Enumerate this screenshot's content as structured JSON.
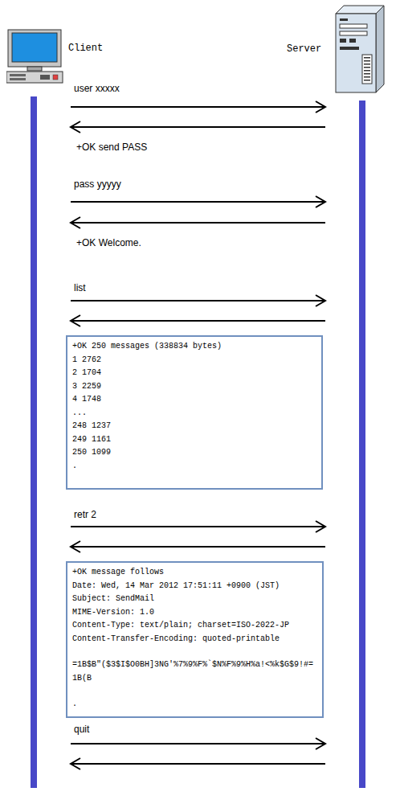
{
  "diagram": {
    "nodes": [
      {
        "text": [
          "Client"
        ]
      },
      {
        "text": [
          "Server"
        ]
      },
      {
        "text": [
          "+OK 250 messages (338834 bytes)",
          "1 2762",
          "2 1704",
          "3 2259",
          "4 1748",
          "...",
          "248 1237",
          "249 1161",
          "250 1099",
          "."
        ]
      },
      {
        "text": [
          "+OK message follows",
          "Date: Wed, 14 Mar 2012 17:51:11 +0900 (JST)",
          "Subject: SendMail",
          "MIME-Version: 1.0",
          "Content-Type: text/plain; charset=ISO-2022-JP",
          "Content-Transfer-Encoding: quoted-printable",
          "=1B$B\"($3$I$O0BH]3NG'%7%9%F%`$N%F%9%H%a!<%k$G$9!#=",
          "1B(B",
          "."
        ]
      }
    ],
    "edges": [
      {
        "from": 0,
        "to": 1,
        "arrow": "to",
        "label": "user xxxxx"
      },
      {
        "from": 1,
        "to": 0,
        "arrow": "to",
        "label": "+OK send PASS"
      },
      {
        "from": 0,
        "to": 1,
        "arrow": "to",
        "label": "pass yyyyy"
      },
      {
        "from": 1,
        "to": 0,
        "arrow": "to",
        "label": "+OK Welcome."
      },
      {
        "from": 0,
        "to": 1,
        "arrow": "to",
        "label": "list"
      },
      {
        "from": 1,
        "to": 0,
        "arrow": "to"
      },
      {
        "from": 0,
        "to": 1,
        "arrow": "to",
        "label": "retr 2"
      },
      {
        "from": 1,
        "to": 0,
        "arrow": "to"
      },
      {
        "from": 0,
        "to": 1,
        "arrow": "to",
        "label": "quit"
      },
      {
        "from": 1,
        "to": 0,
        "arrow": "to"
      }
    ]
  }
}
